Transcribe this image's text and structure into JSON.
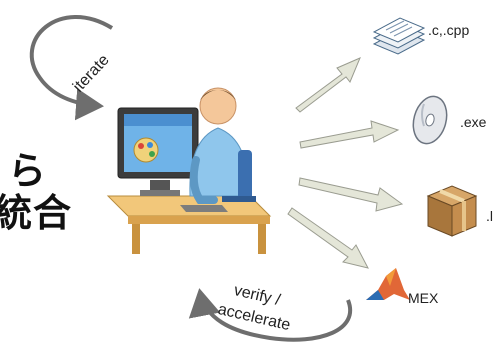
{
  "diagram": {
    "left_text": {
      "line1": "ら",
      "line2": "統合"
    },
    "loop_top_label": "iterate",
    "loop_bottom_label_line1": "verify /",
    "loop_bottom_label_line2": "accelerate",
    "outputs": [
      {
        "label": ".c,.cpp",
        "icon": "document-stack-icon"
      },
      {
        "label": ".exe",
        "icon": "disc-icon"
      },
      {
        "label": ".l",
        "icon": "package-box-icon"
      },
      {
        "label": "MEX",
        "icon": "matlab-logo-icon"
      }
    ],
    "center_icon": "developer-workstation-icon",
    "colors": {
      "arrow_gray": "#6e6e6e",
      "fat_arrow_fill": "#e4e6d8",
      "fat_arrow_stroke": "#9a9c90",
      "matlab_orange": "#e16737"
    }
  }
}
